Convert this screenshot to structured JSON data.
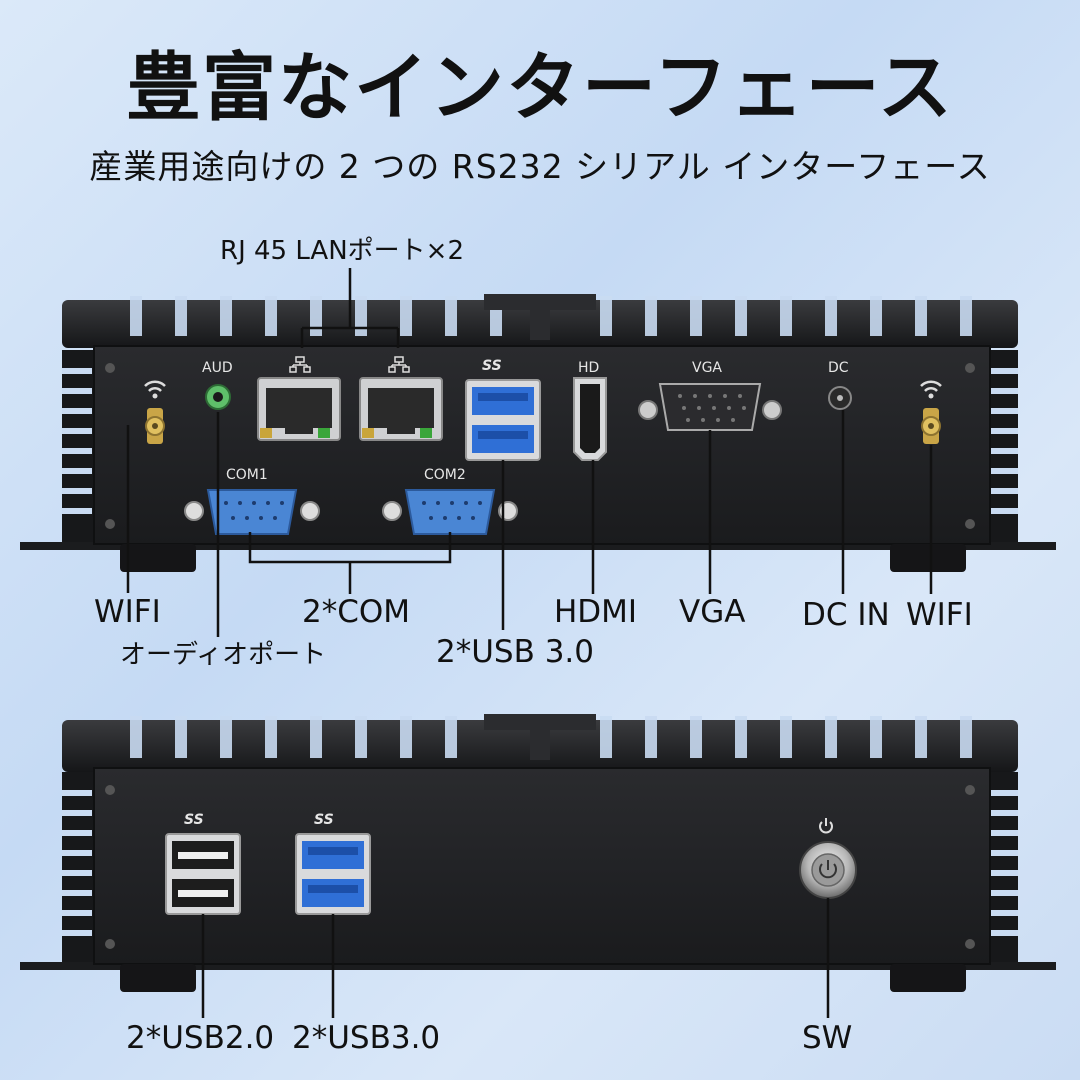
{
  "heading": {
    "title": "豊富なインターフェース",
    "subtitle": "産業用途向けの 2 つの RS232 シリアル インターフェース"
  },
  "front_panel": {
    "port_labels": {
      "aud": "AUD",
      "hd": "HD",
      "vga": "VGA",
      "dc": "DC",
      "com1": "COM1",
      "com2": "COM2",
      "usb": "SS"
    },
    "callouts": {
      "lan": "RJ 45 LANポート×2",
      "wifi_left": "WIFI",
      "audio": "オーディオポート",
      "com": "2*COM",
      "usb3": "2*USB 3.0",
      "hdmi": "HDMI",
      "vga": "VGA",
      "dc_in": "DC IN",
      "wifi_right": "WIFI"
    }
  },
  "back_panel": {
    "port_labels": {
      "usb": "SS"
    },
    "callouts": {
      "usb2": "2*USB2.0",
      "usb3": "2*USB3.0",
      "sw": "SW"
    }
  },
  "colors": {
    "chassis": "#1e1f21",
    "usb3_blue": "#2f6fd6",
    "com_blue": "#4a86d4",
    "audio_green": "#5fbf6a",
    "background": "#d3e3f6"
  }
}
